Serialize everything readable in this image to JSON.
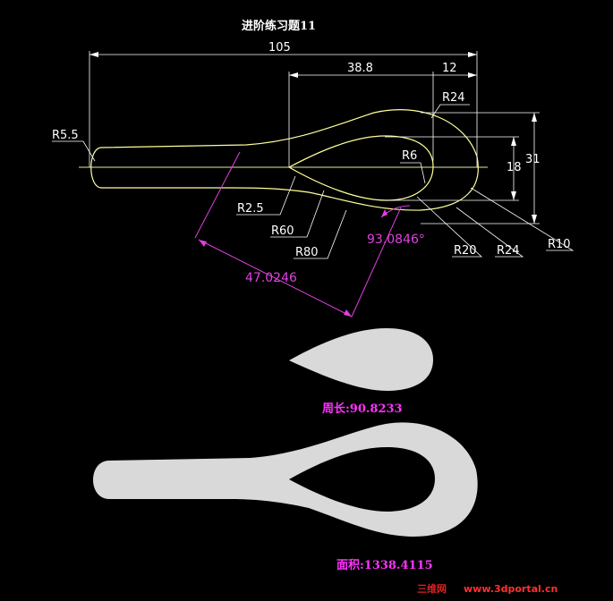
{
  "title": "进阶练习题11",
  "dimensions": {
    "overall_length": "105",
    "len_38_8": "38.8",
    "len_12": "12",
    "height_18": "18",
    "height_31": "31"
  },
  "radii": {
    "r5_5": "R5.5",
    "r24_top": "R24",
    "r6": "R6",
    "r2_5": "R2.5",
    "r60": "R60",
    "r80": "R80",
    "r20": "R20",
    "r24_bottom": "R24",
    "r10": "R10"
  },
  "measurements": {
    "angle": "93.0846°",
    "distance": "47.0246"
  },
  "results": {
    "perimeter": "周长:90.8233",
    "area": "面积:1338.4115"
  },
  "watermark": {
    "brand": "三维网",
    "url": "www.3dportal.cn"
  },
  "colors": {
    "background": "#000000",
    "outline": "#ffff99",
    "dimension": "#ffffff",
    "measure": "#e040e0",
    "fill": "#d9d9d9"
  }
}
